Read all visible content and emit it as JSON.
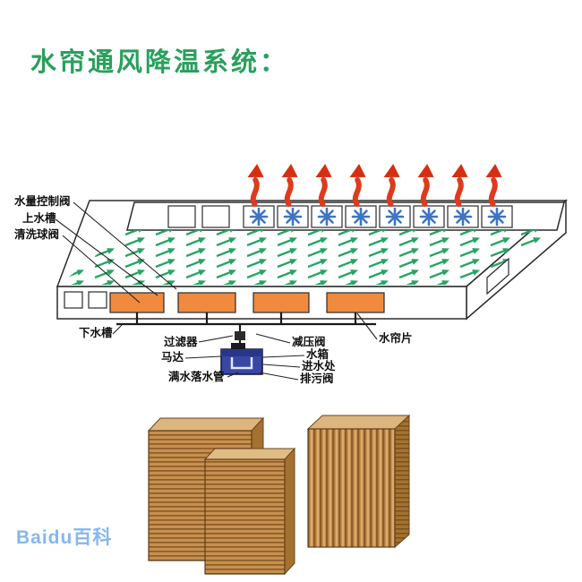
{
  "title": "水帘通风降温系统：",
  "watermark": "Baidu百科",
  "diagram": {
    "type": "schematic",
    "labels": {
      "water_control_valve": "水量控制阀",
      "upper_trough": "上水槽",
      "cleaning_ball_valve": "清洗球阀",
      "lower_trough": "下水槽",
      "filter": "过滤器",
      "motor": "马达",
      "overflow_drain_pipe": "满水落水管",
      "pressure_reducing_valve": "减压阀",
      "water_tank": "水箱",
      "water_inlet": "进水处",
      "sewage_valve": "排污阀",
      "water_curtain_sheet": "水帘片"
    },
    "counts": {
      "exhaust_fans": 8,
      "red_exhaust_arrows": 8,
      "cooling_pads": 4,
      "pad_material_samples": 3
    },
    "colors": {
      "title_green": "#2aa05c",
      "exhaust_arrow_red": "#df3a1c",
      "airflow_arrow_green": "#27a465",
      "fan_blue": "#3f74c2",
      "pad_orange": "#ef8a3e",
      "tank_blue": "#3947a3",
      "pad_material_tan": "#c6904f",
      "watermark_blue": "#85b7ef"
    }
  }
}
